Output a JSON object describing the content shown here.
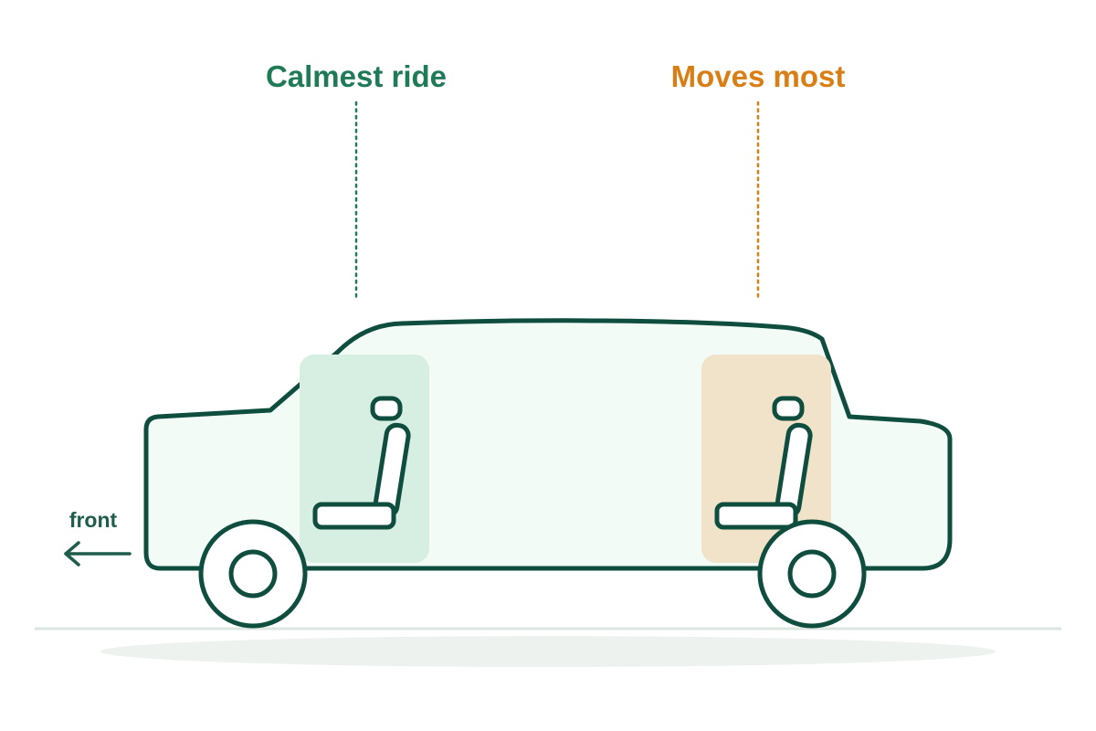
{
  "labels": {
    "calm": "Calmest ride",
    "moves": "Moves most",
    "front": "front"
  },
  "colors": {
    "body_stroke": "#0f4d3f",
    "body_fill": "#f2fbf6",
    "calm_accent": "#1f7a57",
    "calm_zone": "#d7efe2",
    "moves_accent": "#d97e14",
    "moves_zone": "#f0e3c9",
    "ground": "#dde7e2",
    "shadow": "#edf2ef"
  },
  "icons": {
    "seat_front": "car-seat-icon",
    "seat_rear": "car-seat-icon",
    "front_arrow": "arrow-left-icon"
  }
}
